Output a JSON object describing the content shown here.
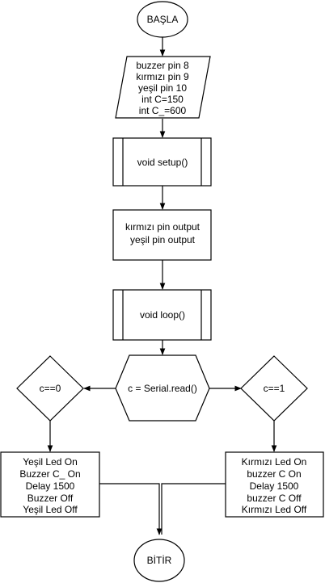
{
  "nodes": {
    "start": {
      "label": "BAŞLA"
    },
    "vars": {
      "lines": [
        "buzzer pin 8",
        "kırmızı pin 9",
        "yeşil pin 10",
        "int C=150",
        "int C_=600"
      ]
    },
    "setup": {
      "label": "void setup()"
    },
    "pins": {
      "lines": [
        "kırmızı pin output",
        "yeşil pin output"
      ]
    },
    "loop": {
      "label": "void loop()"
    },
    "read": {
      "label": "c = Serial.read()"
    },
    "cond_zero": {
      "label": "c==0"
    },
    "cond_one": {
      "label": "c==1"
    },
    "green_block": {
      "lines": [
        "Yeşil Led On",
        "Buzzer C_ On",
        "Delay 1500",
        "Buzzer Off",
        "Yeşil Led Off"
      ]
    },
    "red_block": {
      "lines": [
        "Kırmızı Led On",
        "buzzer C On",
        "Delay 1500",
        "buzzer C Off",
        "Kırmızı Led Off"
      ]
    },
    "end": {
      "label": "BİTİR"
    }
  },
  "colors": {
    "stroke": "#000000",
    "fill": "#ffffff",
    "text": "#000000"
  }
}
